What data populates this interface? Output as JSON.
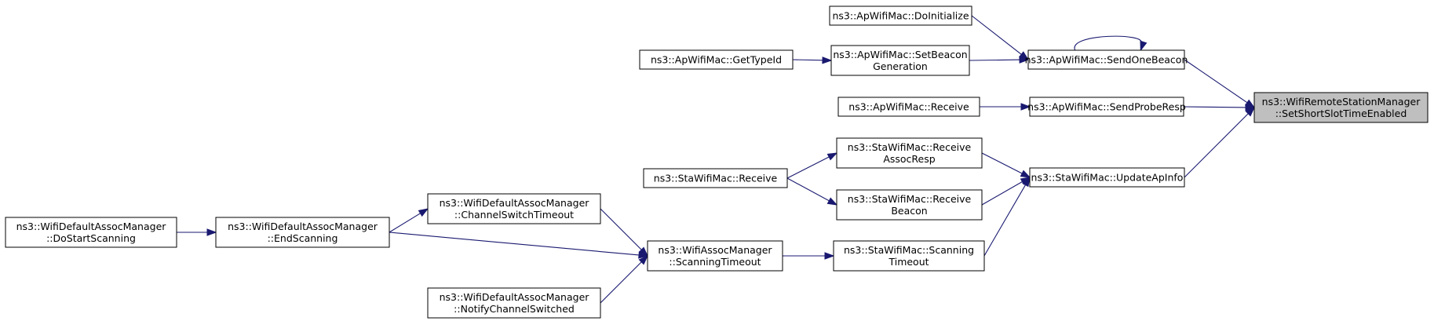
{
  "graph": {
    "nodes": [
      {
        "id": "root",
        "lines": [
          "ns3::WifiRemoteStationManager",
          "::SetShortSlotTimeEnabled"
        ],
        "highlight": true
      },
      {
        "id": "ap_send_one_beacon",
        "lines": [
          "ns3::ApWifiMac::SendOneBeacon"
        ]
      },
      {
        "id": "ap_send_probe_resp",
        "lines": [
          "ns3::ApWifiMac::SendProbeResp"
        ]
      },
      {
        "id": "sta_update_ap_info",
        "lines": [
          "ns3::StaWifiMac::UpdateApInfo"
        ]
      },
      {
        "id": "ap_do_initialize",
        "lines": [
          "ns3::ApWifiMac::DoInitialize"
        ]
      },
      {
        "id": "ap_set_beacon_generation",
        "lines": [
          "ns3::ApWifiMac::SetBeacon",
          "Generation"
        ]
      },
      {
        "id": "ap_get_type_id",
        "lines": [
          "ns3::ApWifiMac::GetTypeId"
        ]
      },
      {
        "id": "ap_receive",
        "lines": [
          "ns3::ApWifiMac::Receive"
        ]
      },
      {
        "id": "sta_receive_assoc_resp",
        "lines": [
          "ns3::StaWifiMac::Receive",
          "AssocResp"
        ]
      },
      {
        "id": "sta_receive_beacon",
        "lines": [
          "ns3::StaWifiMac::Receive",
          "Beacon"
        ]
      },
      {
        "id": "sta_scanning_timeout",
        "lines": [
          "ns3::StaWifiMac::Scanning",
          "Timeout"
        ]
      },
      {
        "id": "sta_receive",
        "lines": [
          "ns3::StaWifiMac::Receive"
        ]
      },
      {
        "id": "wam_scanning_timeout",
        "lines": [
          "ns3::WifiAssocManager",
          "::ScanningTimeout"
        ]
      },
      {
        "id": "wdam_channel_switch_timeout",
        "lines": [
          "ns3::WifiDefaultAssocManager",
          "::ChannelSwitchTimeout"
        ]
      },
      {
        "id": "wdam_end_scanning",
        "lines": [
          "ns3::WifiDefaultAssocManager",
          "::EndScanning"
        ]
      },
      {
        "id": "wdam_notify_channel_switched",
        "lines": [
          "ns3::WifiDefaultAssocManager",
          "::NotifyChannelSwitched"
        ]
      },
      {
        "id": "wdam_do_start_scanning",
        "lines": [
          "ns3::WifiDefaultAssocManager",
          "::DoStartScanning"
        ]
      }
    ],
    "edges": [
      {
        "from": "ap_send_one_beacon",
        "to": "root"
      },
      {
        "from": "ap_send_probe_resp",
        "to": "root"
      },
      {
        "from": "sta_update_ap_info",
        "to": "root"
      },
      {
        "from": "ap_do_initialize",
        "to": "ap_send_one_beacon"
      },
      {
        "from": "ap_set_beacon_generation",
        "to": "ap_send_one_beacon"
      },
      {
        "from": "ap_send_one_beacon",
        "to": "ap_send_one_beacon"
      },
      {
        "from": "ap_get_type_id",
        "to": "ap_set_beacon_generation"
      },
      {
        "from": "ap_receive",
        "to": "ap_send_probe_resp"
      },
      {
        "from": "sta_receive_assoc_resp",
        "to": "sta_update_ap_info"
      },
      {
        "from": "sta_receive_beacon",
        "to": "sta_update_ap_info"
      },
      {
        "from": "sta_scanning_timeout",
        "to": "sta_update_ap_info"
      },
      {
        "from": "sta_receive",
        "to": "sta_receive_assoc_resp"
      },
      {
        "from": "sta_receive",
        "to": "sta_receive_beacon"
      },
      {
        "from": "wam_scanning_timeout",
        "to": "sta_scanning_timeout"
      },
      {
        "from": "wdam_channel_switch_timeout",
        "to": "wam_scanning_timeout"
      },
      {
        "from": "wdam_end_scanning",
        "to": "wam_scanning_timeout"
      },
      {
        "from": "wdam_notify_channel_switched",
        "to": "wam_scanning_timeout"
      },
      {
        "from": "wdam_end_scanning",
        "to": "wdam_channel_switch_timeout"
      },
      {
        "from": "wdam_do_start_scanning",
        "to": "wdam_end_scanning"
      }
    ],
    "colors": {
      "edge": "#191970",
      "node_border": "#000000",
      "root_fill": "#bfbfbf",
      "node_fill": "#ffffff"
    }
  }
}
